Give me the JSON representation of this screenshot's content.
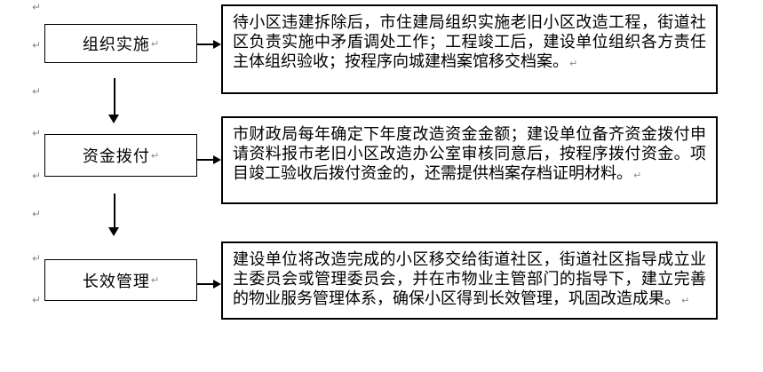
{
  "paragraph_mark": "↵",
  "colors": {
    "background": "#ffffff",
    "line": "#000000",
    "text": "#000000",
    "paragraph_mark_gray": "#8a8a8a"
  },
  "flow": {
    "steps": [
      {
        "label": "组织实施",
        "description": "待小区违建拆除后，市住建局组织实施老旧小区改造工程，街道社区负责实施中矛盾调处工作；工程竣工后，建设单位组织各方责任主体组织验收；按程序向城建档案馆移交档案。"
      },
      {
        "label": "资金拨付",
        "description": "市财政局每年确定下年度改造资金金额；建设单位备齐资金拨付申请资料报市老旧小区改造办公室审核同意后，按程序拨付资金。项目竣工验收后拨付资金的，还需提供档案存档证明材料。"
      },
      {
        "label": "长效管理",
        "description": "建设单位将改造完成的小区移交给街道社区，街道社区指导成立业主委员会或管理委员会，并在市物业主管部门的指导下，建立完善的物业服务管理体系，确保小区得到长效管理，巩固改造成果。"
      }
    ]
  }
}
